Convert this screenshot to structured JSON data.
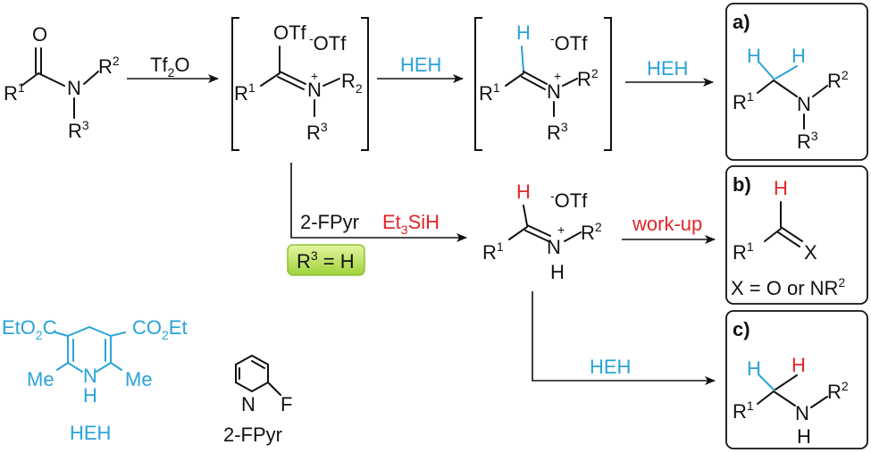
{
  "arrow_labels": {
    "tf2o": "Tf2O",
    "heh_1": "HEH",
    "heh_2": "HEH",
    "fpyr": "2-FPyr",
    "et3sih": "Et3SiH",
    "workup": "work-up",
    "heh_3": "HEH"
  },
  "condition_badge": {
    "text": "R3 = H",
    "color": "#b8e04a"
  },
  "panels": {
    "a": "a)",
    "b": "b)",
    "c": "c)"
  },
  "panel_b_note": "X = O or NR2",
  "reagents": {
    "heh_name": "HEH",
    "fpyr_name": "2-FPyr"
  },
  "atoms": {
    "O": "O",
    "N": "N",
    "H": "H",
    "F": "F",
    "X": "X",
    "OTf": "OTf",
    "minus_OTf": "-OTf",
    "plus": "+",
    "R1": "R1",
    "R2": "R2",
    "R3": "R3",
    "EtO2C": "EtO2C",
    "CO2Et": "CO2Et",
    "Me": "Me"
  },
  "colors": {
    "hydride_blue": "#2aa3d8",
    "hydride_red": "#e0252b",
    "badge_green": "#b8e04a"
  }
}
